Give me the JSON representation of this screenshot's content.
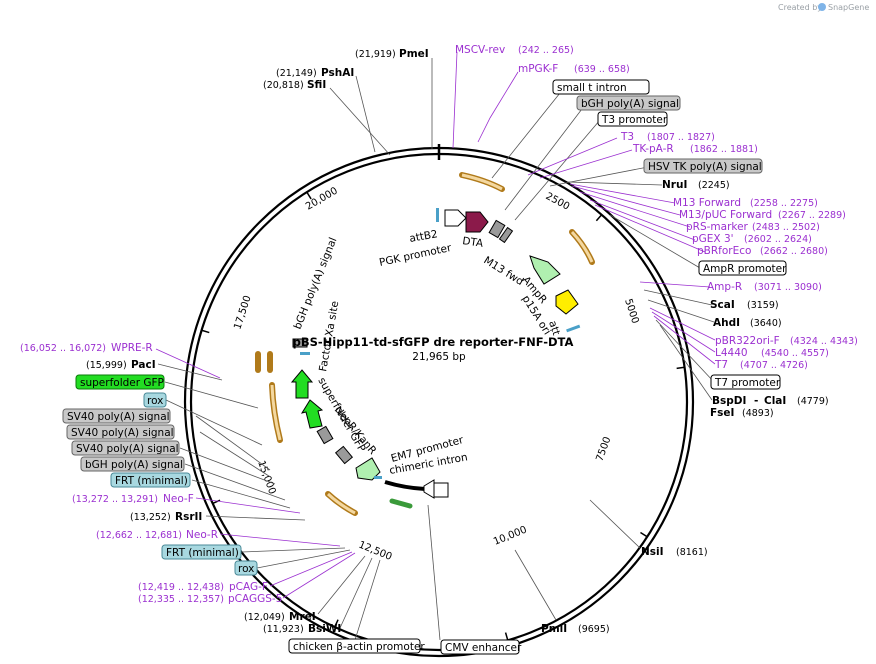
{
  "credit": {
    "prefix": "Created by",
    "brand": "SnapGene"
  },
  "plasmid": {
    "name": "pBS-Hipp11-td-sfGFP dre reporter-FNF-DTA",
    "length": "21,965 bp"
  },
  "ticks": [
    "2500",
    "5000",
    "7500",
    "10,000",
    "12,500",
    "15,000",
    "17,500",
    "20,000"
  ],
  "sites": {
    "pmeI": {
      "pos": "(21,919)",
      "name": "PmeI"
    },
    "pshAI": {
      "pos": "(21,149)",
      "name": "PshAI"
    },
    "sfiI": {
      "pos": "(20,818)",
      "name": "SfiI"
    },
    "nruI": {
      "name": "NruI",
      "pos": "(2245)"
    },
    "scaI": {
      "name": "ScaI",
      "pos": "(3159)"
    },
    "ahdI": {
      "name": "AhdI",
      "pos": "(3640)"
    },
    "bspDI": {
      "name": "BspDI",
      "sep": "-",
      "name2": "ClaI",
      "pos": "(4779)"
    },
    "fseI": {
      "name": "FseI",
      "pos": "(4893)"
    },
    "nsiI": {
      "name": "NsiI",
      "pos": "(8161)"
    },
    "pmlI": {
      "name": "PmlI",
      "pos": "(9695)"
    },
    "pacI": {
      "pos": "(15,999)",
      "name": "PacI"
    },
    "rsrII": {
      "pos": "(13,252)",
      "name": "RsrII"
    },
    "mreI": {
      "pos": "(12,049)",
      "name": "MreI"
    },
    "bsiWI": {
      "pos": "(11,923)",
      "name": "BsiWI"
    }
  },
  "primers": {
    "mscv": {
      "name": "MSCV-rev",
      "pos": "(242 .. 265)"
    },
    "mpgk": {
      "name": "mPGK-F",
      "pos": "(639 .. 658)"
    },
    "t3": {
      "name": "T3",
      "pos": "(1807 .. 1827)"
    },
    "tkpa": {
      "name": "TK-pA-R",
      "pos": "(1862 .. 1881)"
    },
    "m13f": {
      "name": "M13 Forward",
      "pos": "(2258 .. 2275)"
    },
    "m13puc": {
      "name": "M13/pUC Forward",
      "pos": "(2267 .. 2289)"
    },
    "prs": {
      "name": "pRS-marker",
      "pos": "(2483 .. 2502)"
    },
    "pgex": {
      "name": "pGEX 3'",
      "pos": "(2602 .. 2624)"
    },
    "pbrfor": {
      "name": "pBRforEco",
      "pos": "(2662 .. 2680)"
    },
    "ampr": {
      "name": "Amp-R",
      "pos": "(3071 .. 3090)"
    },
    "pbr322": {
      "name": "pBR322ori-F",
      "pos": "(4324 .. 4343)"
    },
    "l4440": {
      "name": "L4440",
      "pos": "(4540 .. 4557)"
    },
    "t7": {
      "name": "T7",
      "pos": "(4707 .. 4726)"
    },
    "wpre": {
      "pos": "(16,052 .. 16,072)",
      "name": "WPRE-R"
    },
    "neof": {
      "pos": "(13,272 .. 13,291)",
      "name": "Neo-F"
    },
    "neor": {
      "pos": "(12,662 .. 12,681)",
      "name": "Neo-R"
    },
    "pcagf": {
      "pos": "(12,419 .. 12,438)",
      "name": "pCAG-F"
    },
    "pcaggs": {
      "pos": "(12,335 .. 12,357)",
      "name": "pCAGGS-5"
    }
  },
  "boxes": {
    "smallt": "small t intron",
    "bgh1": "bGH poly(A) signal",
    "t3p": "T3 promoter",
    "hsvtk": "HSV TK poly(A) signal",
    "amprp": "AmpR promoter",
    "t7p": "T7 promoter",
    "sfgfp": "superfolder GFP",
    "rox1": "rox",
    "sv40a": "SV40 poly(A) signal",
    "sv40b": "SV40 poly(A) signal",
    "sv40c": "SV40 poly(A) signal",
    "bgh2": "bGH poly(A) signal",
    "frt1": "FRT (minimal)",
    "frt2": "FRT (minimal)",
    "rox2": "rox",
    "chick": "chicken β-actin promoter",
    "cmv": "CMV enhancer"
  },
  "inner": {
    "attB2": "attB2",
    "pgkp": "PGK promoter",
    "dta": "DTA",
    "m13fwd": "M13 fwd",
    "ampR": "AmpR",
    "p15a": "p15A ori",
    "att": "att",
    "bghpa": "bGH poly(A) signal",
    "factorx": "Factor Xa site",
    "sfgfp": "superfolder GFP",
    "neokan": "NeoR/KanR",
    "em7": "EM7 promoter",
    "chimeric": "chimeric intron"
  },
  "colors": {
    "primer": "#9b30d0",
    "gfp_box": "#22dd22",
    "frt_box": "#a8d8e0",
    "grey_box": "#c8c8c8",
    "dta": "#8b1a4a",
    "ampr": "#b0f0b0",
    "p15a": "#ffee00",
    "orf_fill": "#f4d8a0",
    "orf_stroke": "#b07a1a"
  }
}
